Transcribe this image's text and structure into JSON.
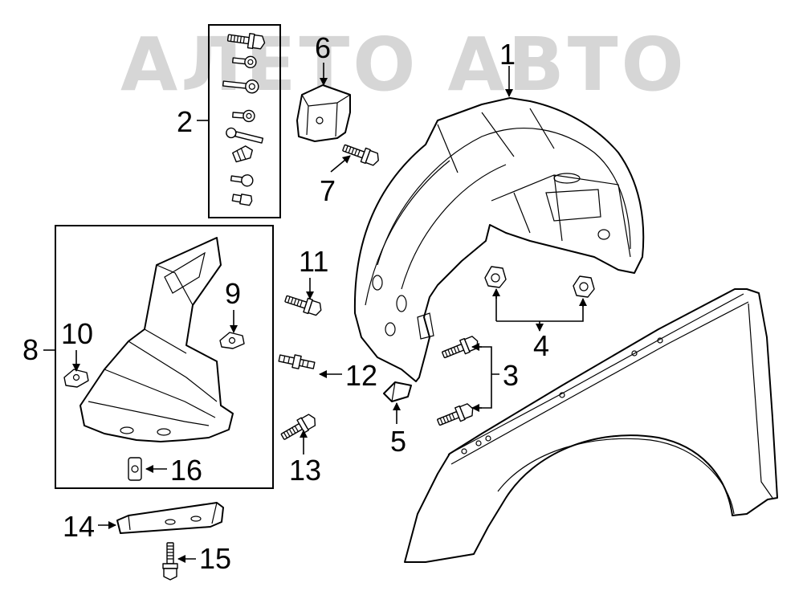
{
  "watermark": {
    "text": "АЛЕТО АВТО",
    "color": "#d6d6d6"
  },
  "callouts": [
    {
      "id": "1",
      "label": "1"
    },
    {
      "id": "2",
      "label": "2"
    },
    {
      "id": "3",
      "label": "3"
    },
    {
      "id": "4",
      "label": "4"
    },
    {
      "id": "5",
      "label": "5"
    },
    {
      "id": "6",
      "label": "6"
    },
    {
      "id": "7",
      "label": "7"
    },
    {
      "id": "8",
      "label": "8"
    },
    {
      "id": "9",
      "label": "9"
    },
    {
      "id": "10",
      "label": "10"
    },
    {
      "id": "11",
      "label": "11"
    },
    {
      "id": "12",
      "label": "12"
    },
    {
      "id": "13",
      "label": "13"
    },
    {
      "id": "14",
      "label": "14"
    },
    {
      "id": "15",
      "label": "15"
    },
    {
      "id": "16",
      "label": "16"
    }
  ]
}
